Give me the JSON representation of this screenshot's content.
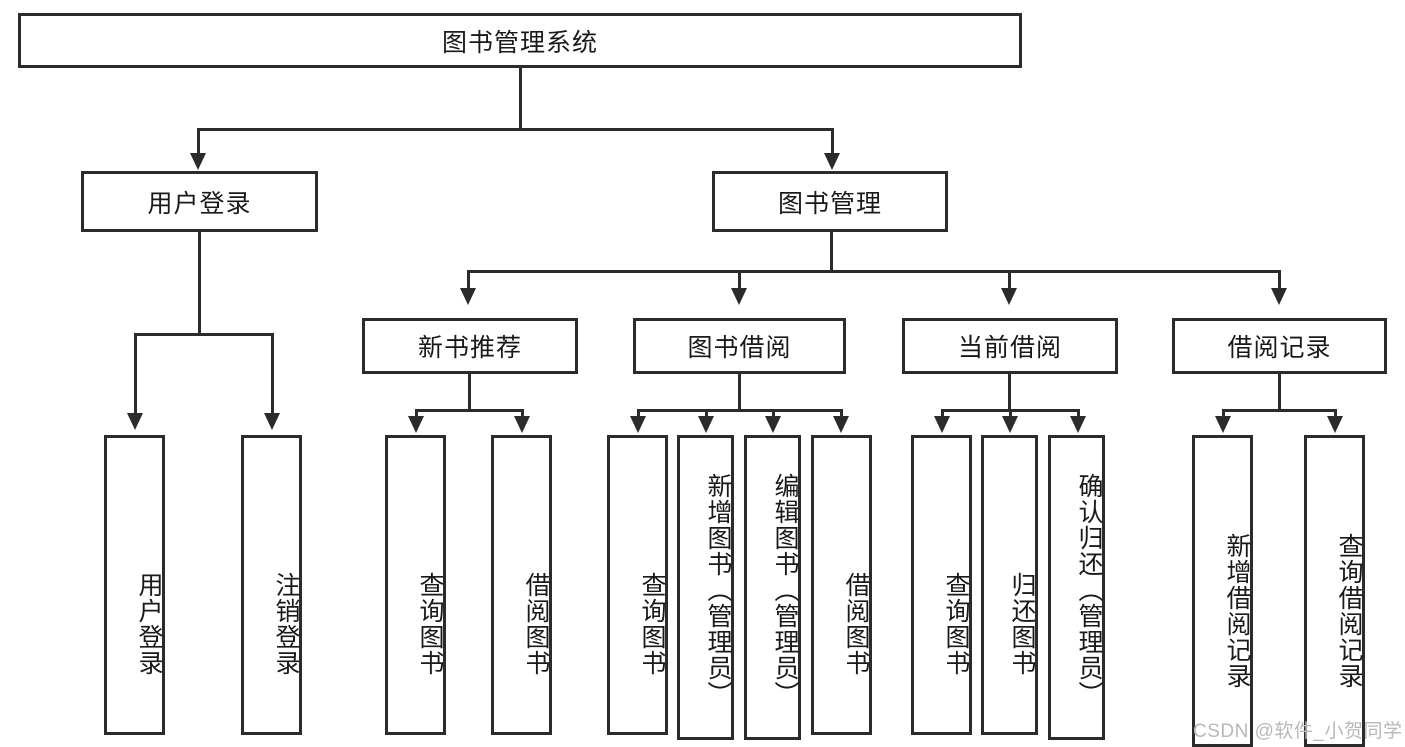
{
  "diagram": {
    "title_node": {
      "label": "图书管理系统"
    },
    "level1": [
      {
        "label": "用户登录"
      },
      {
        "label": "图书管理"
      }
    ],
    "level2": [
      {
        "label": "新书推荐"
      },
      {
        "label": "图书借阅"
      },
      {
        "label": "当前借阅"
      },
      {
        "label": "借阅记录"
      }
    ],
    "leaves": {
      "user_login": [
        {
          "label": "用户登录"
        },
        {
          "label": "注销登录"
        }
      ],
      "new_book_recommend": [
        {
          "label": "查询图书"
        },
        {
          "label": "借阅图书"
        }
      ],
      "book_borrow": [
        {
          "label": "查询图书"
        },
        {
          "label": "新增图书（管理员）"
        },
        {
          "label": "编辑图书（管理员）"
        },
        {
          "label": "借阅图书"
        }
      ],
      "current_borrow": [
        {
          "label": "查询图书"
        },
        {
          "label": "归还图书"
        },
        {
          "label": "确认归还（管理员）"
        }
      ],
      "borrow_record": [
        {
          "label": "新增借阅记录"
        },
        {
          "label": "查询借阅记录"
        }
      ]
    }
  },
  "watermark": {
    "text": "CSDN @软件_小贺同学",
    "color": "#b9b9b9"
  },
  "style": {
    "line_color": "#2b2b2b",
    "box_fill": "#ffffff",
    "text_color": "#1a1a1a"
  }
}
